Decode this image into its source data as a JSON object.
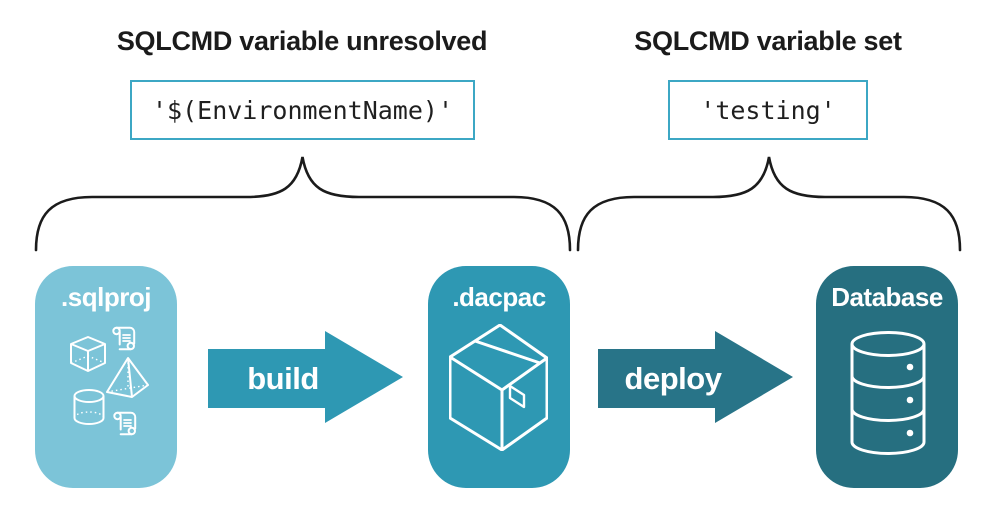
{
  "diagram": {
    "annotations": {
      "left": {
        "title": "SQLCMD variable unresolved",
        "code": "'$(EnvironmentName)'"
      },
      "right": {
        "title": "SQLCMD variable set",
        "code": "'testing'"
      }
    },
    "nodes": [
      {
        "label": ".sqlproj",
        "color": "#7CC4D8",
        "icons": [
          "scroll-icon",
          "cube-icon",
          "pyramid-icon",
          "cylinder-icon",
          "scroll-icon"
        ]
      },
      {
        "label": ".dacpac",
        "color": "#2E98B3",
        "icons": [
          "package-icon"
        ]
      },
      {
        "label": "Database",
        "color": "#266F80",
        "icons": [
          "database-icon"
        ]
      }
    ],
    "arrows": [
      {
        "label": "build",
        "color": "#2E98B3"
      },
      {
        "label": "deploy",
        "color": "#287488"
      }
    ],
    "colors": {
      "background": "#FFFFFF",
      "code_box_border": "#3CA7C4",
      "text": "#1B1B1B",
      "brace": "#1B1B1B",
      "icon_stroke": "#FFFFFF"
    }
  }
}
